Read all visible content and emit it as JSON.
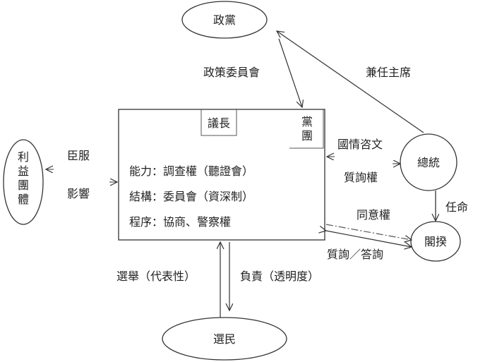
{
  "nodes": {
    "party": "政黨",
    "interest_group": [
      "利",
      "益",
      "團",
      "體"
    ],
    "president": "總統",
    "premier": "閣揆",
    "voters": "選民"
  },
  "legislature": {
    "speaker": "議長",
    "caucus": [
      "黨",
      "團"
    ],
    "lines": [
      "能力：調查權（聽證會）",
      "結構：委員會（資深制）",
      "程序：協商、警察權"
    ]
  },
  "edges": {
    "policy_committee": "政策委員會",
    "concurrent_chair": "兼任主席",
    "state_of_union": "國情咨文",
    "interpellation_right": "質詢權",
    "appoint": "任命",
    "consent_right": "同意權",
    "interpellation_reply": "質詢／答詢",
    "election": "選舉（代表性）",
    "accountability": "負責（透明度）",
    "submit": "臣服",
    "influence": "影響"
  }
}
